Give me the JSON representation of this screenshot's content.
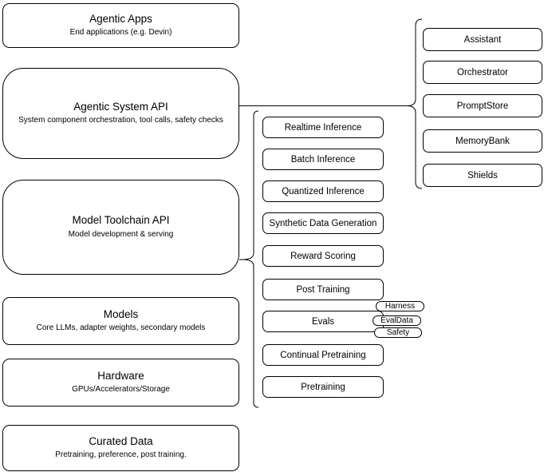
{
  "colors": {
    "background": "#ffffff",
    "node_fill": "#ffffff",
    "node_border": "#000000",
    "text": "#000000"
  },
  "layers": [
    {
      "title": "Agentic Apps",
      "subtitle": "End applications (e.g. Devin)"
    },
    {
      "title": "Agentic System API",
      "subtitle": "System component orchestration, tool calls, safety checks"
    },
    {
      "title": "Model Toolchain API",
      "subtitle": "Model development & serving"
    },
    {
      "title": "Models",
      "subtitle": "Core LLMs, adapter weights, secondary models"
    },
    {
      "title": "Hardware",
      "subtitle": "GPUs/Accelerators/Storage"
    },
    {
      "title": "Curated Data",
      "subtitle": "Pretraining, preference, post training."
    }
  ],
  "toolchain_services": [
    "Realtime Inference",
    "Batch Inference",
    "Quantized Inference",
    "Synthetic Data Generation",
    "Reward Scoring",
    "Post Training",
    "Evals",
    "Continual Pretraining",
    "Pretraining"
  ],
  "evals_components": [
    "Harness",
    "EvalData",
    "Safety"
  ],
  "system_components": [
    "Assistant",
    "Orchestrator",
    "PromptStore",
    "MemoryBank",
    "Shields"
  ]
}
